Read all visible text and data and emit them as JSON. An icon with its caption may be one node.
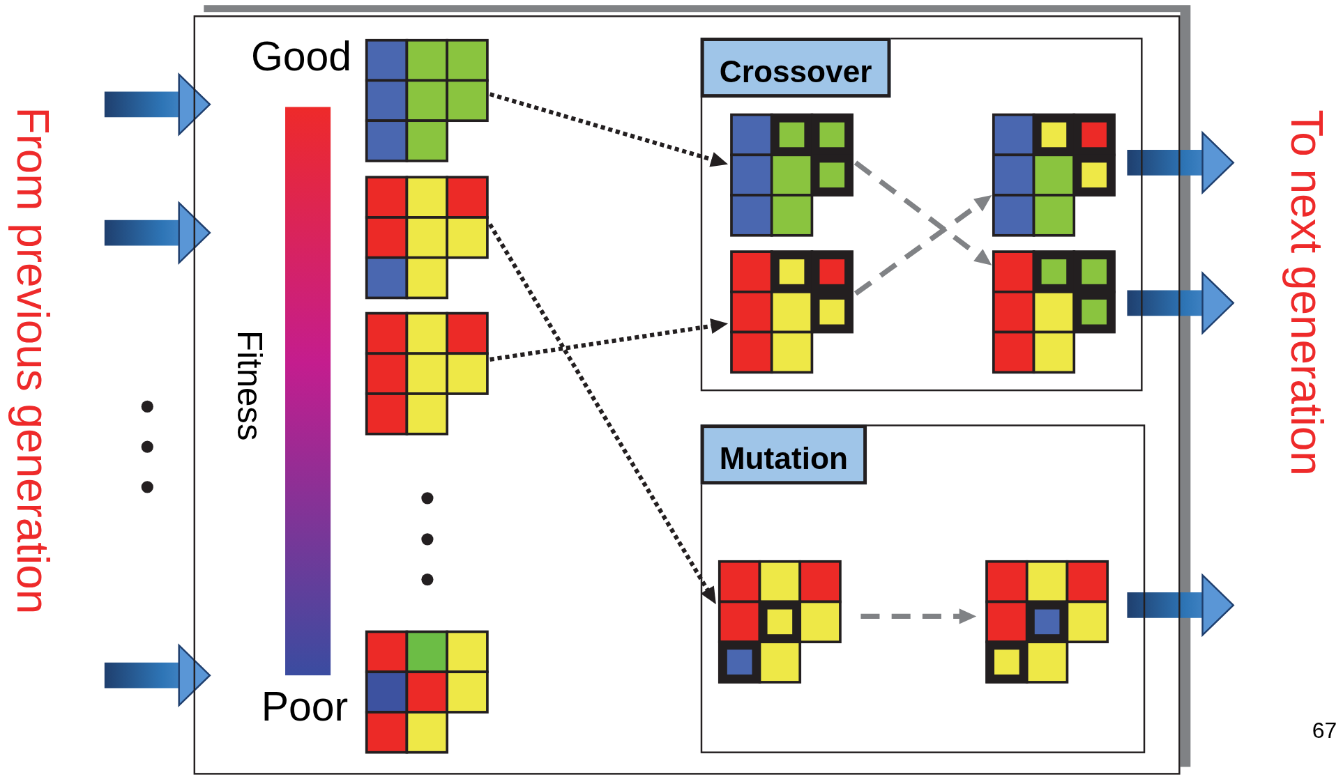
{
  "diagram": {
    "nodes": [
      {
        "text": [],
        "shape": "box"
      },
      {
        "text": [
          "Crossover"
        ],
        "in": 0
      },
      {
        "text": [
          "Mutation"
        ],
        "in": 0
      },
      {
        "text": [],
        "shape": "grid",
        "in": 0
      },
      {
        "text": [],
        "shape": "grid",
        "in": 0
      },
      {
        "text": [],
        "shape": "grid",
        "in": 0
      },
      {
        "text": [],
        "shape": "grid",
        "in": 0
      },
      {
        "text": [],
        "shape": "grid",
        "in": 1
      },
      {
        "text": [],
        "shape": "grid",
        "in": 1
      },
      {
        "text": [],
        "shape": "grid",
        "in": 1
      },
      {
        "text": [],
        "shape": "grid",
        "in": 1
      },
      {
        "text": [],
        "shape": "grid",
        "in": 2
      },
      {
        "text": [],
        "shape": "grid",
        "in": 2
      },
      {
        "text": [],
        "shape": "bar",
        "in": 0,
        "beside": [
          "Fitness"
        ]
      }
    ],
    "edges": [
      {
        "from": null,
        "to": 0,
        "arrow": "to",
        "style": "thick",
        "color": "#2e75b6"
      },
      {
        "from": null,
        "to": 0,
        "arrow": "to",
        "style": "thick",
        "color": "#2e75b6"
      },
      {
        "from": null,
        "to": 0,
        "arrow": "to",
        "style": "thick",
        "color": "#2e75b6"
      },
      {
        "from": 3,
        "to": 7,
        "arrow": "to",
        "style": "dashed"
      },
      {
        "from": 5,
        "to": 8,
        "arrow": "to",
        "style": "dashed"
      },
      {
        "from": 4,
        "to": 11,
        "arrow": "to",
        "style": "dashed"
      },
      {
        "from": 7,
        "to": 10,
        "arrow": "to",
        "style": "dashed",
        "color": "#808285"
      },
      {
        "from": 8,
        "to": 9,
        "arrow": "to",
        "style": "dashed",
        "color": "#808285"
      },
      {
        "from": 11,
        "to": 12,
        "arrow": "to",
        "style": "dashed",
        "color": "#808285"
      },
      {
        "from": 9,
        "to": null,
        "arrow": "to",
        "style": "thick",
        "color": "#2e75b6"
      },
      {
        "from": 10,
        "to": null,
        "arrow": "to",
        "style": "thick",
        "color": "#2e75b6"
      },
      {
        "from": 12,
        "to": null,
        "arrow": "to",
        "style": "thick",
        "color": "#2e75b6"
      }
    ],
    "labels": [
      "From previous generation",
      "Good",
      "Poor",
      "To next generation",
      "67"
    ]
  }
}
